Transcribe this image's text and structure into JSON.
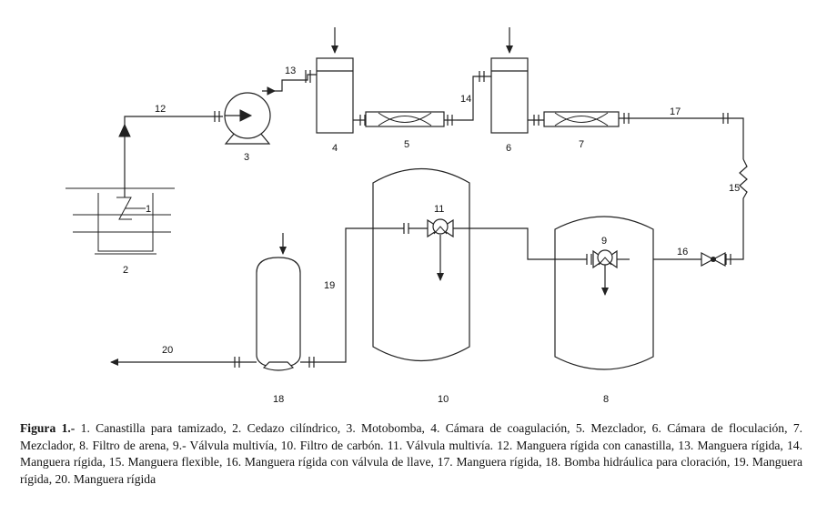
{
  "labels": {
    "n1": "1",
    "n2": "2",
    "n3": "3",
    "n4": "4",
    "n5": "5",
    "n6": "6",
    "n7": "7",
    "n8": "8",
    "n9": "9",
    "n10": "10",
    "n11": "11",
    "n12": "12",
    "n13": "13",
    "n14": "14",
    "n15": "15",
    "n16": "16",
    "n17": "17",
    "n18": "18",
    "n19": "19",
    "n20": "20"
  },
  "caption": {
    "title": "Figura 1.-",
    "text": " 1. Canastilla para tamizado, 2. Cedazo cilíndrico, 3. Motobomba, 4. Cámara de coagulación, 5. Mezclador, 6. Cámara de floculación, 7. Mezclador, 8. Filtro de arena, 9.- Válvula multivía, 10. Filtro de carbón. 11. Válvula multivía. 12. Manguera rígida con canastilla, 13. Manguera rígida, 14. Manguera rígida, 15. Manguera flexible, 16. Manguera rígida con válvula de llave, 17. Manguera rígida, 18. Bomba hidráulica para cloración, 19. Manguera rígida, 20. Manguera rígida"
  }
}
